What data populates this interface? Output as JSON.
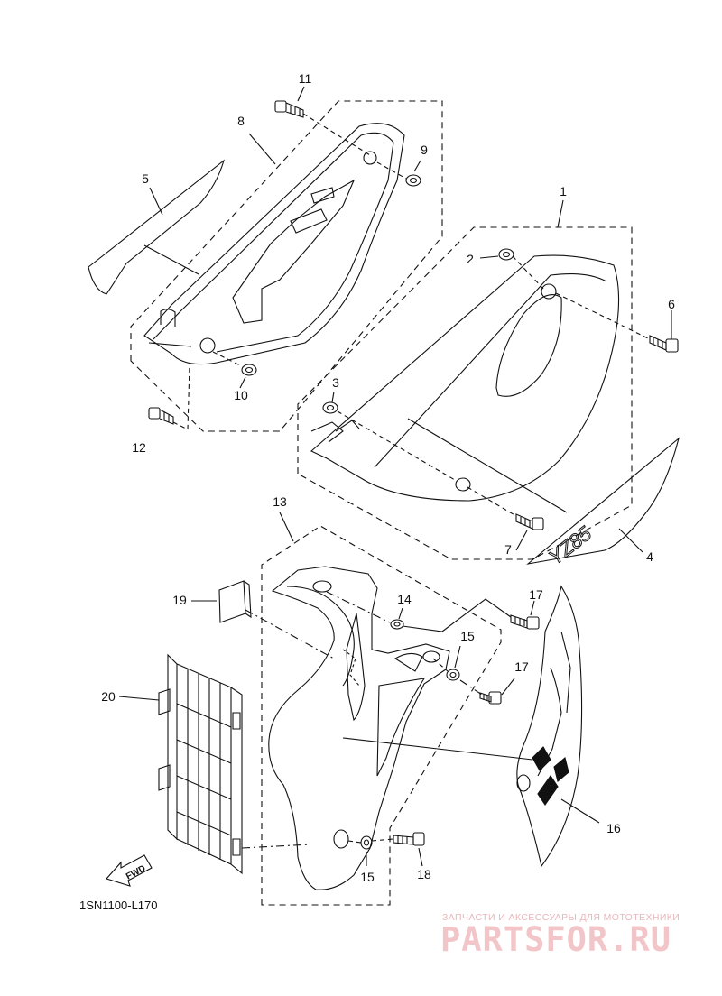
{
  "figure": {
    "code": "1SN1100-L170",
    "fwd_label": "FWD",
    "decal_text": "YZ85",
    "callouts": [
      "1",
      "2",
      "3",
      "4",
      "5",
      "6",
      "7",
      "8",
      "9",
      "10",
      "11",
      "12",
      "13",
      "14",
      "15",
      "15",
      "16",
      "17",
      "17",
      "18",
      "19",
      "20"
    ]
  },
  "watermark": {
    "caption": "ЗАПЧАСТИ И АКСЕССУАРЫ ДЛЯ МОТОТЕХНИКИ",
    "logo": "PARTSFOR.RU",
    "color": "#f2c6c9"
  },
  "colors": {
    "line": "#111111",
    "background": "#ffffff"
  }
}
